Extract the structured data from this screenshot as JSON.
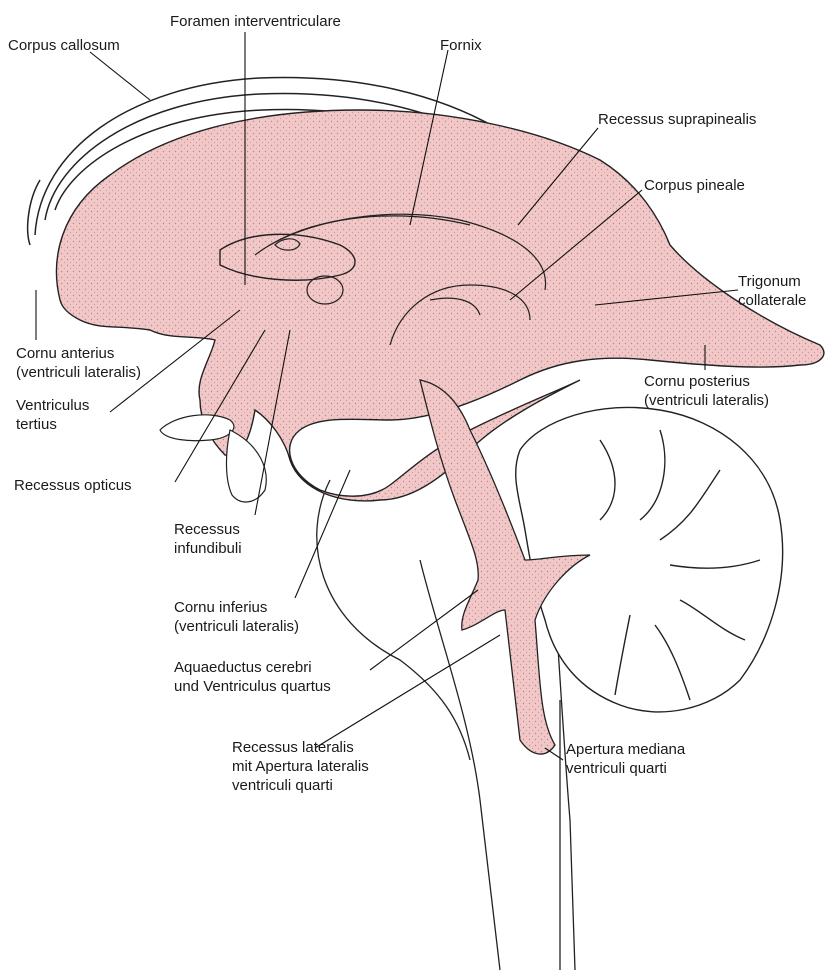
{
  "colors": {
    "ventricle_fill": "#f2c7c7",
    "ventricle_stipple": "#8a5555",
    "outline": "#222222",
    "background": "#ffffff"
  },
  "labels": {
    "corpus_callosum": "Corpus callosum",
    "foramen_interventriculare": "Foramen interventriculare",
    "fornix": "Fornix",
    "recessus_suprapinealis": "Recessus suprapinealis",
    "corpus_pineale": "Corpus pineale",
    "trigonum_collaterale": [
      "Trigonum",
      "collaterale"
    ],
    "cornu_anterius": [
      "Cornu anterius",
      "(ventriculi lateralis)"
    ],
    "ventriculus_tertius": [
      "Ventriculus",
      "tertius"
    ],
    "cornu_posterius": [
      "Cornu posterius",
      "(ventriculi lateralis)"
    ],
    "recessus_opticus": "Recessus opticus",
    "recessus_infundibuli": [
      "Recessus",
      "infundibuli"
    ],
    "cornu_inferius": [
      "Cornu inferius",
      "(ventriculi lateralis)"
    ],
    "aquaeductus": [
      "Aquaeductus cerebri",
      "und Ventriculus quartus"
    ],
    "recessus_lateralis": [
      "Recessus lateralis",
      "mit Apertura lateralis",
      "ventriculi quarti"
    ],
    "apertura_mediana": [
      "Apertura mediana",
      "ventriculi quarti"
    ]
  }
}
